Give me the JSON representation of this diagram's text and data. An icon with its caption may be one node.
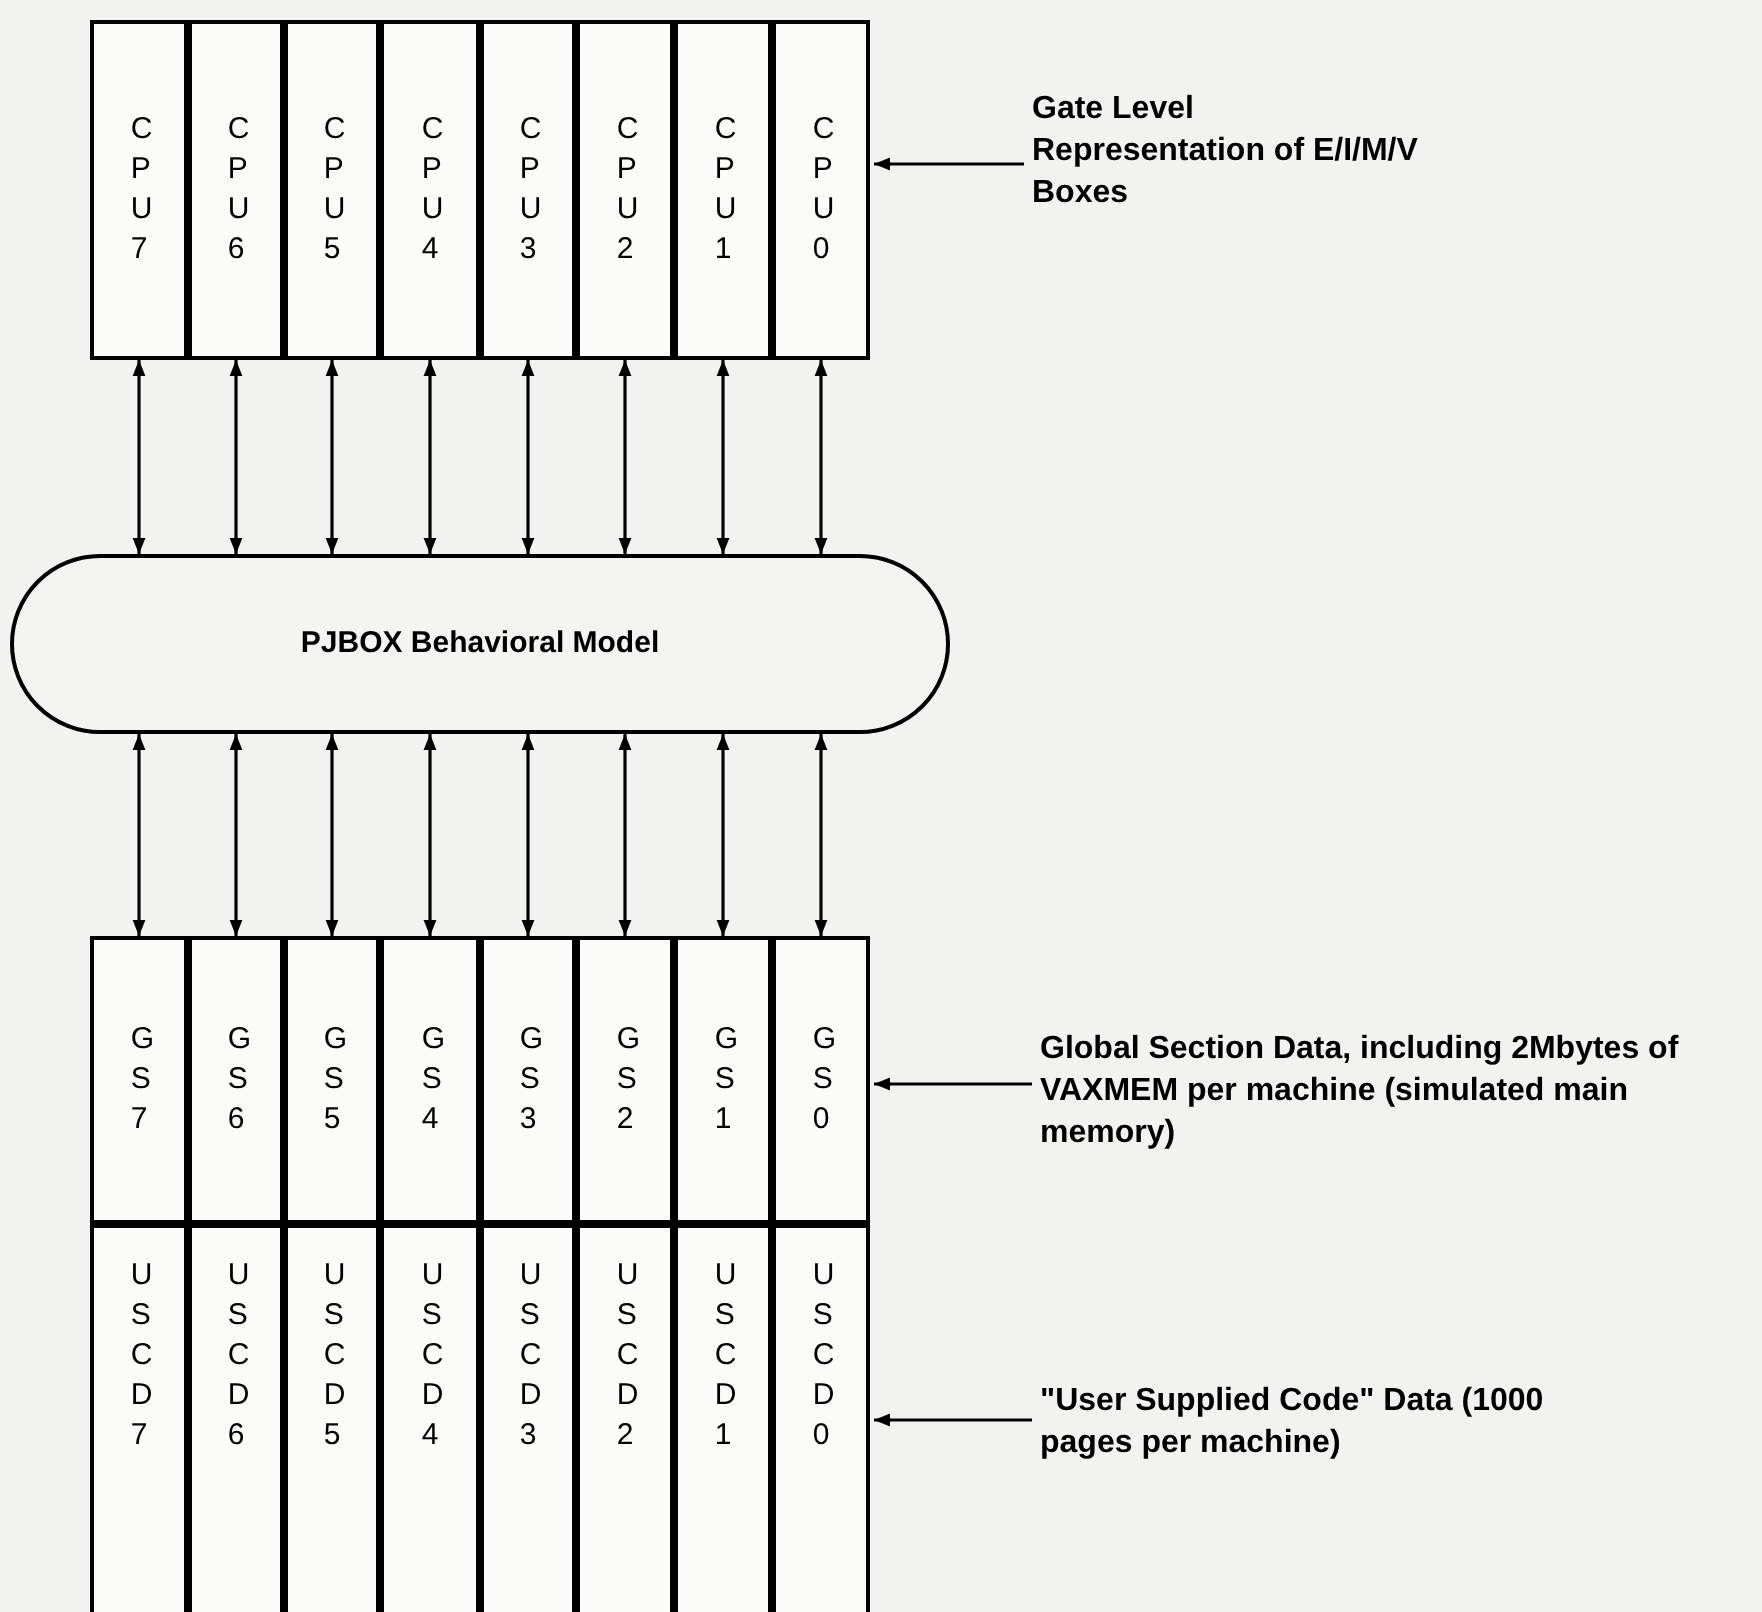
{
  "diagram": {
    "nodes": [
      {
        "text": [
          "CPU7"
        ]
      },
      {
        "text": [
          "CPU6"
        ]
      },
      {
        "text": [
          "CPU5"
        ]
      },
      {
        "text": [
          "CPU4"
        ]
      },
      {
        "text": [
          "CPU3"
        ]
      },
      {
        "text": [
          "CPU2"
        ]
      },
      {
        "text": [
          "CPU1"
        ]
      },
      {
        "text": [
          "CPU0"
        ]
      },
      {
        "text": [
          "PJBOX Behavioral Model"
        ]
      },
      {
        "text": [
          "GS7"
        ]
      },
      {
        "text": [
          "GS6"
        ]
      },
      {
        "text": [
          "GS5"
        ]
      },
      {
        "text": [
          "GS4"
        ]
      },
      {
        "text": [
          "GS3"
        ]
      },
      {
        "text": [
          "GS2"
        ]
      },
      {
        "text": [
          "GS1"
        ]
      },
      {
        "text": [
          "GS0"
        ]
      },
      {
        "text": [
          "USCD7"
        ]
      },
      {
        "text": [
          "USCD6"
        ]
      },
      {
        "text": [
          "USCD5"
        ]
      },
      {
        "text": [
          "USCD4"
        ]
      },
      {
        "text": [
          "USCD3"
        ]
      },
      {
        "text": [
          "USCD2"
        ]
      },
      {
        "text": [
          "USCD1"
        ]
      },
      {
        "text": [
          "USCD0"
        ]
      },
      {
        "text": [
          "Gate Level Representation of E/I/M/V Boxes"
        ]
      },
      {
        "text": [
          "Global Section Data, including 2Mbytes of VAXMEM per machine (simulated main memory)"
        ]
      },
      {
        "text": [
          "\"User Supplied Code\" Data (1000 pages per machine)"
        ]
      }
    ],
    "edges": [
      {
        "from": 0,
        "to": 8,
        "arrow": "both"
      },
      {
        "from": 1,
        "to": 8,
        "arrow": "both"
      },
      {
        "from": 2,
        "to": 8,
        "arrow": "both"
      },
      {
        "from": 3,
        "to": 8,
        "arrow": "both"
      },
      {
        "from": 4,
        "to": 8,
        "arrow": "both"
      },
      {
        "from": 5,
        "to": 8,
        "arrow": "both"
      },
      {
        "from": 6,
        "to": 8,
        "arrow": "both"
      },
      {
        "from": 7,
        "to": 8,
        "arrow": "both"
      },
      {
        "from": 8,
        "to": 9,
        "arrow": "both"
      },
      {
        "from": 8,
        "to": 10,
        "arrow": "both"
      },
      {
        "from": 8,
        "to": 11,
        "arrow": "both"
      },
      {
        "from": 8,
        "to": 12,
        "arrow": "both"
      },
      {
        "from": 8,
        "to": 13,
        "arrow": "both"
      },
      {
        "from": 8,
        "to": 14,
        "arrow": "both"
      },
      {
        "from": 8,
        "to": 15,
        "arrow": "both"
      },
      {
        "from": 8,
        "to": 16,
        "arrow": "both"
      },
      {
        "from": 25,
        "to": 7,
        "arrow": "to"
      },
      {
        "from": 26,
        "to": 16,
        "arrow": "to"
      },
      {
        "from": 27,
        "to": 24,
        "arrow": "to"
      }
    ]
  }
}
